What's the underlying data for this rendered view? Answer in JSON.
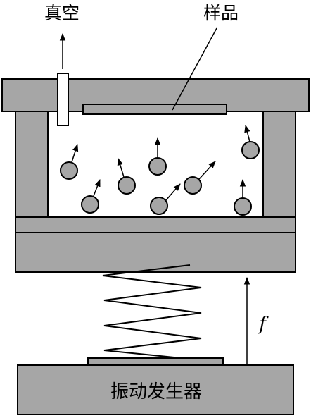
{
  "labels": {
    "vacuum": "真空",
    "sample": "样品",
    "force": "f",
    "shaker": "振动发生器"
  },
  "colors": {
    "metal": "#a6a6a6",
    "ball": "#a6a6a6",
    "stroke": "#000000",
    "chamber": "#ffffff"
  }
}
